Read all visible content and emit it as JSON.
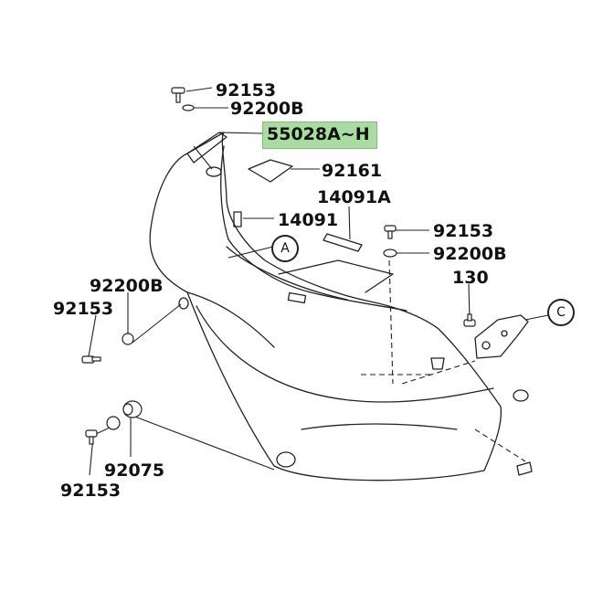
{
  "part_labels": {
    "p1": "92153",
    "p2": "92200B",
    "p3": "55028A~H",
    "p4": "92161",
    "p5": "14091A",
    "p6": "14091",
    "p7": "92153",
    "p8": "92200B",
    "p9": "130",
    "p10": "92200B",
    "p11": "92153",
    "p12": "92075",
    "p13": "92153"
  },
  "callouts": {
    "a": "A",
    "c": "C"
  },
  "colors": {
    "highlight": "#a9dca0",
    "line": "#222222"
  }
}
